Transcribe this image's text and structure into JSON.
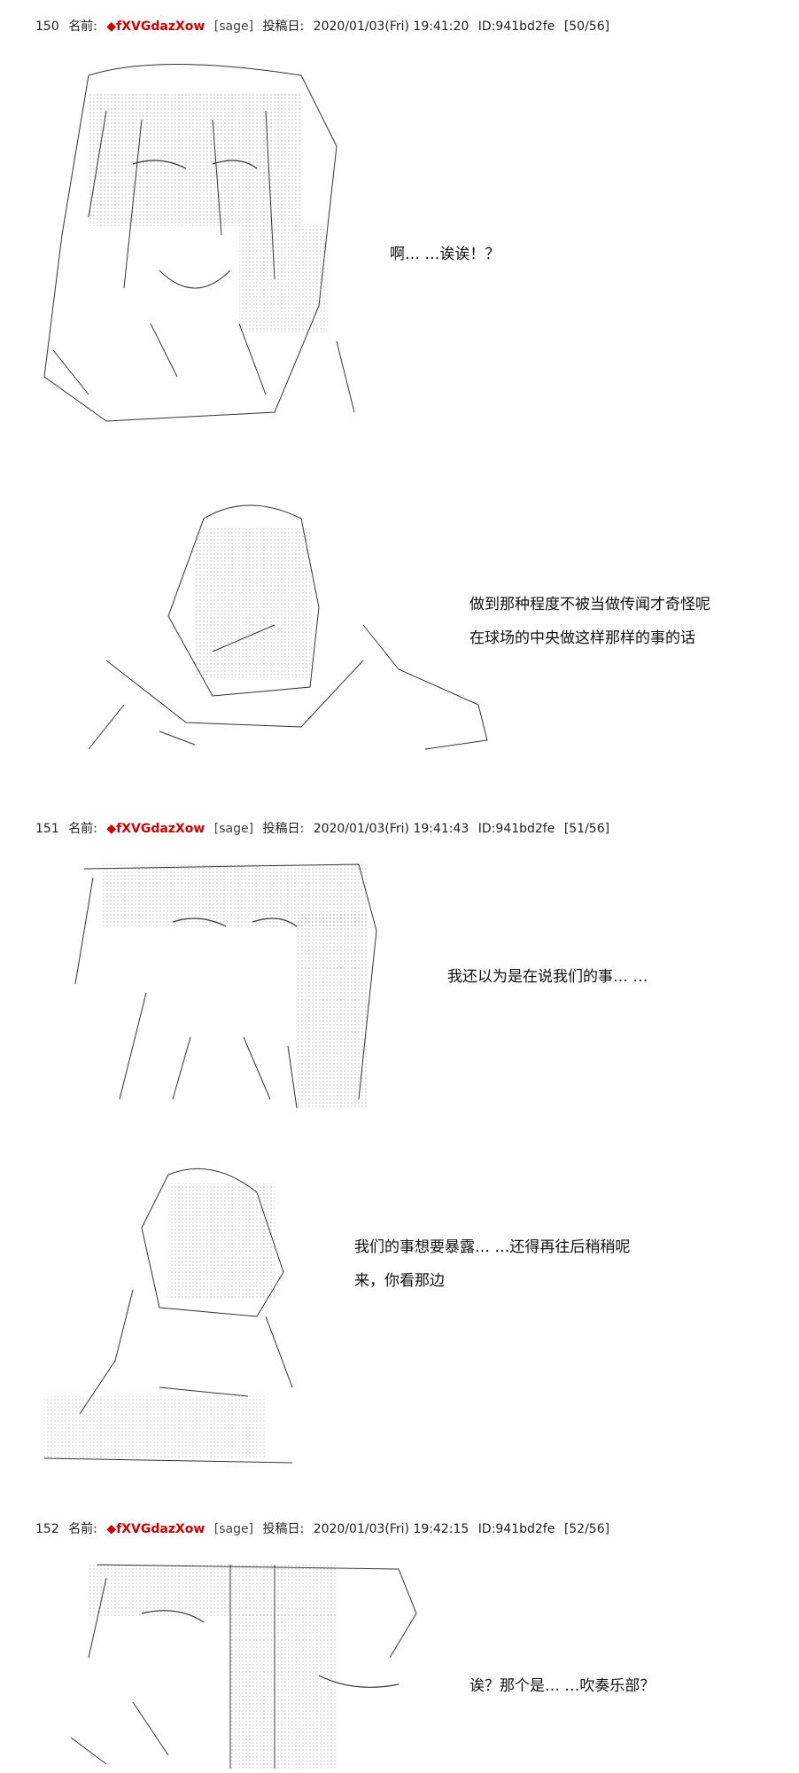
{
  "posts": [
    {
      "number": "150",
      "name_label": "名前:",
      "diamond": "◆",
      "name": "fXVGdazXow",
      "sage": "[sage]",
      "date_label": "投稿日:",
      "date": "2020/01/03(Fri) 19:41:20",
      "id": "ID:941bd2fe",
      "count": "[50/56]",
      "panels": [
        {
          "lines": [
            "啊… …诶诶！？"
          ]
        },
        {
          "lines": [
            "做到那种程度不被当做传闻才奇怪呢",
            "在球场的中央做这样那样的事的话"
          ]
        }
      ]
    },
    {
      "number": "151",
      "name_label": "名前:",
      "diamond": "◆",
      "name": "fXVGdazXow",
      "sage": "[sage]",
      "date_label": "投稿日:",
      "date": "2020/01/03(Fri) 19:41:43",
      "id": "ID:941bd2fe",
      "count": "[51/56]",
      "panels": [
        {
          "lines": [
            "我还以为是在说我们的事… …"
          ]
        },
        {
          "lines": [
            "我们的事想要暴露… …还得再往后稍稍呢",
            "来，你看那边"
          ]
        }
      ]
    },
    {
      "number": "152",
      "name_label": "名前:",
      "diamond": "◆",
      "name": "fXVGdazXow",
      "sage": "[sage]",
      "date_label": "投稿日:",
      "date": "2020/01/03(Fri) 19:42:15",
      "id": "ID:941bd2fe",
      "count": "[52/56]",
      "panels": [
        {
          "lines": [
            "诶？那个是… …吹奏乐部？"
          ]
        }
      ]
    }
  ],
  "colors": {
    "name": "#cc0000",
    "text": "#111111",
    "art_stroke": "#333333",
    "art_dots": "#777777"
  }
}
